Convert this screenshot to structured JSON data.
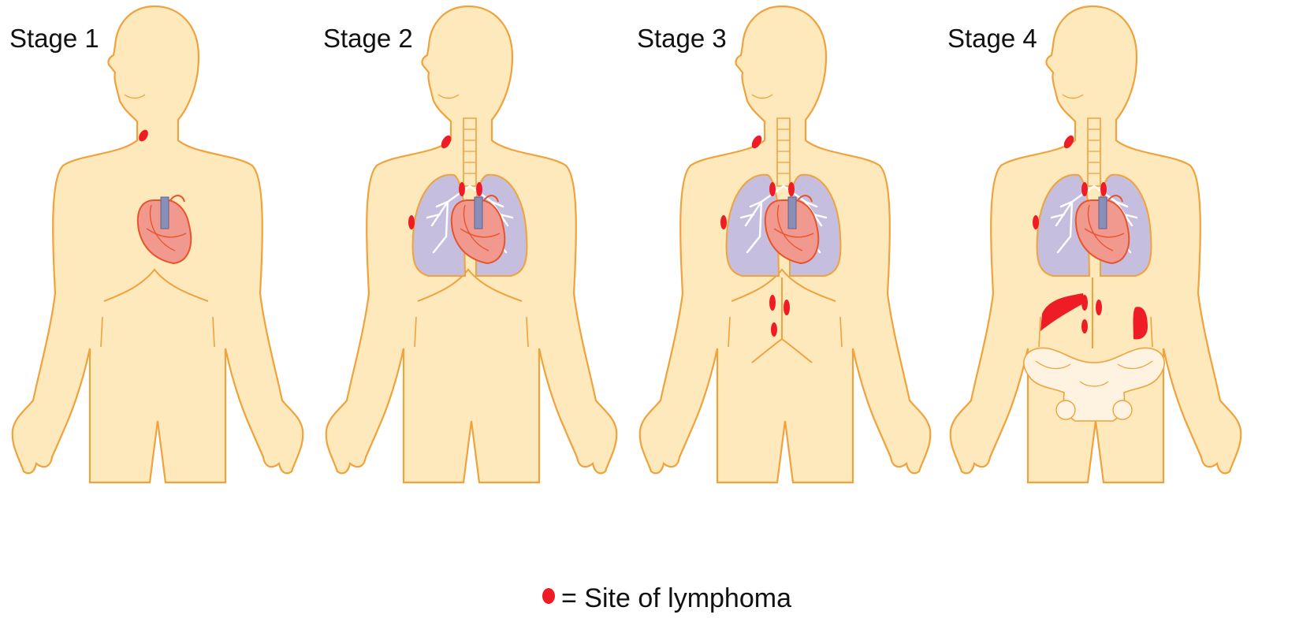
{
  "stages": [
    {
      "label": "Stage 1"
    },
    {
      "label": "Stage 2"
    },
    {
      "label": "Stage 3"
    },
    {
      "label": "Stage 4"
    }
  ],
  "legend": {
    "text": "= Site of lymphoma"
  },
  "colors": {
    "body_fill": "#fde9bc",
    "outline": "#f0a23c",
    "lymphoma": "#ee1c25",
    "lung": "#c5bedf",
    "heart": "#f2998f",
    "vessel": "#8a8fb8"
  }
}
